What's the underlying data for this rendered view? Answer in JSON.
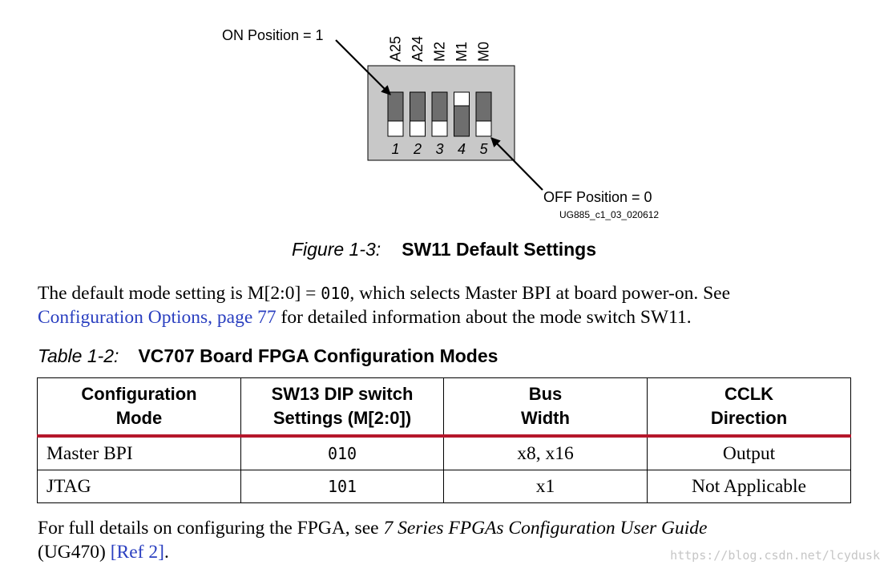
{
  "figure": {
    "on_label": "ON Position = 1",
    "off_label": "OFF Position = 0",
    "figure_id": "UG885_c1_03_020612",
    "switch_names": [
      "A25",
      "A24",
      "M2",
      "M1",
      "M0"
    ],
    "switch_numbers": [
      "1",
      "2",
      "3",
      "4",
      "5"
    ],
    "switch_states": [
      1,
      1,
      1,
      0,
      1
    ],
    "colors": {
      "housing": "#c8c8c8",
      "lever": "#6e6e6e",
      "slot": "#ffffff"
    },
    "caption_number": "Figure 1-3:",
    "caption_title": "SW11 Default Settings"
  },
  "para1": {
    "text1": "The default mode setting is M[2:0] = ",
    "code": "010",
    "text2": ", which selects Master BPI at board power-on. See",
    "link": "Configuration Options, page 77",
    "text3": " for detailed information about the mode switch SW11."
  },
  "table": {
    "caption_number": "Table 1-2:",
    "caption_title": "VC707 Board FPGA Configuration Modes",
    "headers": [
      {
        "line1": "Configuration",
        "line2": "Mode"
      },
      {
        "line1": "SW13 DIP switch",
        "line2": "Settings (M[2:0])"
      },
      {
        "line1": "Bus",
        "line2": "Width"
      },
      {
        "line1": "CCLK",
        "line2": "Direction"
      }
    ],
    "rows": [
      {
        "mode": "Master BPI",
        "settings": "010",
        "bus": "x8, x16",
        "cclk": "Output"
      },
      {
        "mode": "JTAG",
        "settings": "101",
        "bus": "x1",
        "cclk": "Not Applicable"
      }
    ],
    "colors": {
      "header_rule": "#b5172b"
    }
  },
  "para2": {
    "text1": "For full details on configuring the FPGA, see ",
    "italic": "7 Series FPGAs Configuration User Guide",
    "text2": "(UG470) ",
    "link": "[Ref 2]",
    "text3": "."
  },
  "watermark": "https://blog.csdn.net/lcydusk",
  "colors": {
    "link": "#2a3fc0"
  }
}
